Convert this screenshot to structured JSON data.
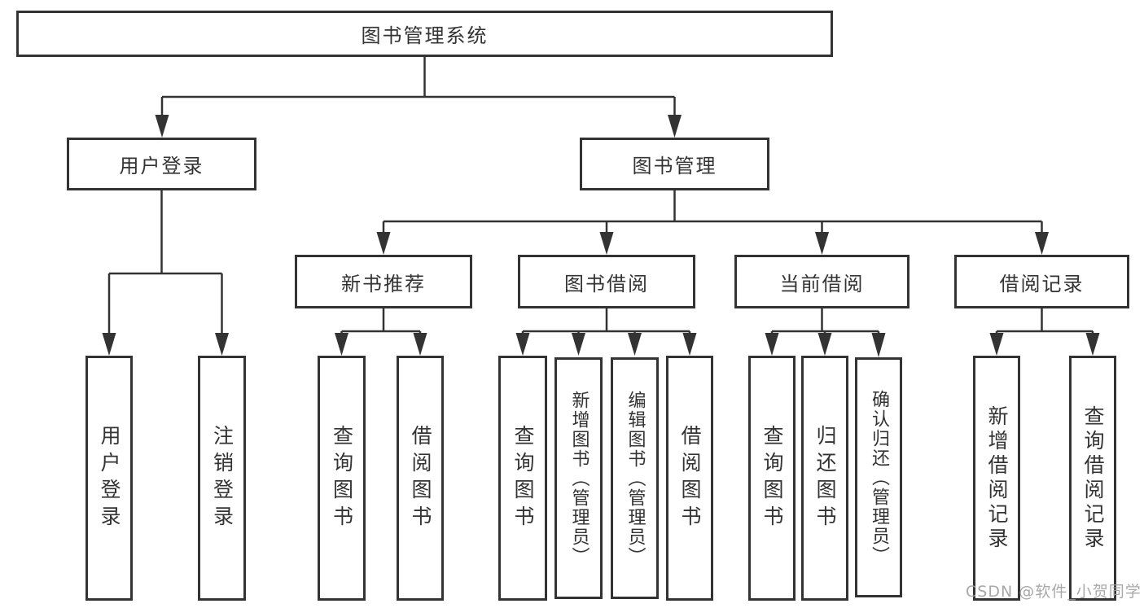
{
  "colors": {
    "line": "#333333",
    "box_border": "#333333",
    "text": "#333333",
    "background": "#ffffff",
    "watermark": "#9e9e9e"
  },
  "tree": {
    "label": "图书管理系统",
    "children": [
      {
        "label": "用户登录",
        "children": [
          {
            "label": "用户登录"
          },
          {
            "label": "注销登录"
          }
        ]
      },
      {
        "label": "图书管理",
        "children": [
          {
            "label": "新书推荐",
            "children": [
              {
                "label": "查询图书"
              },
              {
                "label": "借阅图书"
              }
            ]
          },
          {
            "label": "图书借阅",
            "children": [
              {
                "label": "查询图书"
              },
              {
                "label": "新增图书（管理员）"
              },
              {
                "label": "编辑图书（管理员）"
              },
              {
                "label": "借阅图书"
              }
            ]
          },
          {
            "label": "当前借阅",
            "children": [
              {
                "label": "查询图书"
              },
              {
                "label": "归还图书"
              },
              {
                "label": "确认归还（管理员）"
              }
            ]
          },
          {
            "label": "借阅记录",
            "children": [
              {
                "label": "新增借阅记录"
              },
              {
                "label": "查询借阅记录"
              }
            ]
          }
        ]
      }
    ]
  },
  "watermark": {
    "text": "CSDN @软件_小贺同学"
  }
}
